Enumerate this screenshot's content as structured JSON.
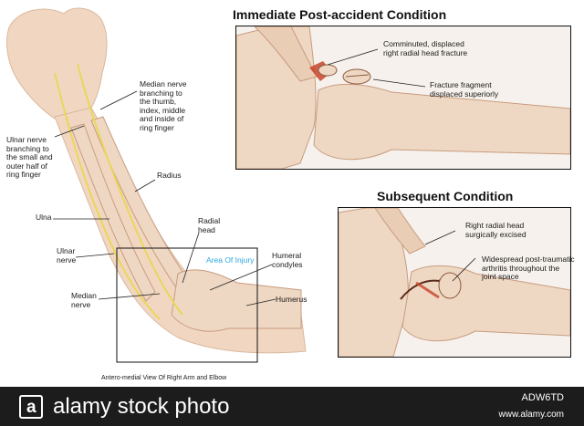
{
  "headings": {
    "post_accident": "Immediate Post-accident Condition",
    "subsequent": "Subsequent Condition"
  },
  "labels": {
    "median_branching": "Median nerve\nbranching to\nthe thumb,\nindex, middle\nand inside of\nring finger",
    "ulnar_branching": "Ulnar nerve\nbranching to\nthe small and\nouter half of\nring finger",
    "radius": "Radius",
    "ulna": "Ulna",
    "radial_head": "Radial\nhead",
    "area_of_injury": "Area Of Injury",
    "ulnar_nerve": "Ulnar\nnerve",
    "humeral_condyles": "Humeral\ncondyles",
    "median_nerve": "Median\nnerve",
    "humerus": "Humerus",
    "caption": "Antero-medial View Of Right Arm and Elbow",
    "comminuted": "Comminuted, displaced\nright radial head fracture",
    "fragment": "Fracture fragment\ndisplaced superiorly",
    "excised": "Right radial head\nsurgically excised",
    "arthritis": "Widespread post-traumatic\narthritis throughout the\njoint space"
  },
  "footer": {
    "brand": "alamy stock photo",
    "code": "ADW6TD",
    "url": "www.alamy.com"
  },
  "colors": {
    "area_of_injury": "#2aa7df",
    "bone": "#efd8c3",
    "bone_shadow": "#d4a98a",
    "skin": "#f1d7c2",
    "nerve": "#e9d75a",
    "fracture": "#c9442a",
    "footer_bg": "#1c1c1c"
  }
}
